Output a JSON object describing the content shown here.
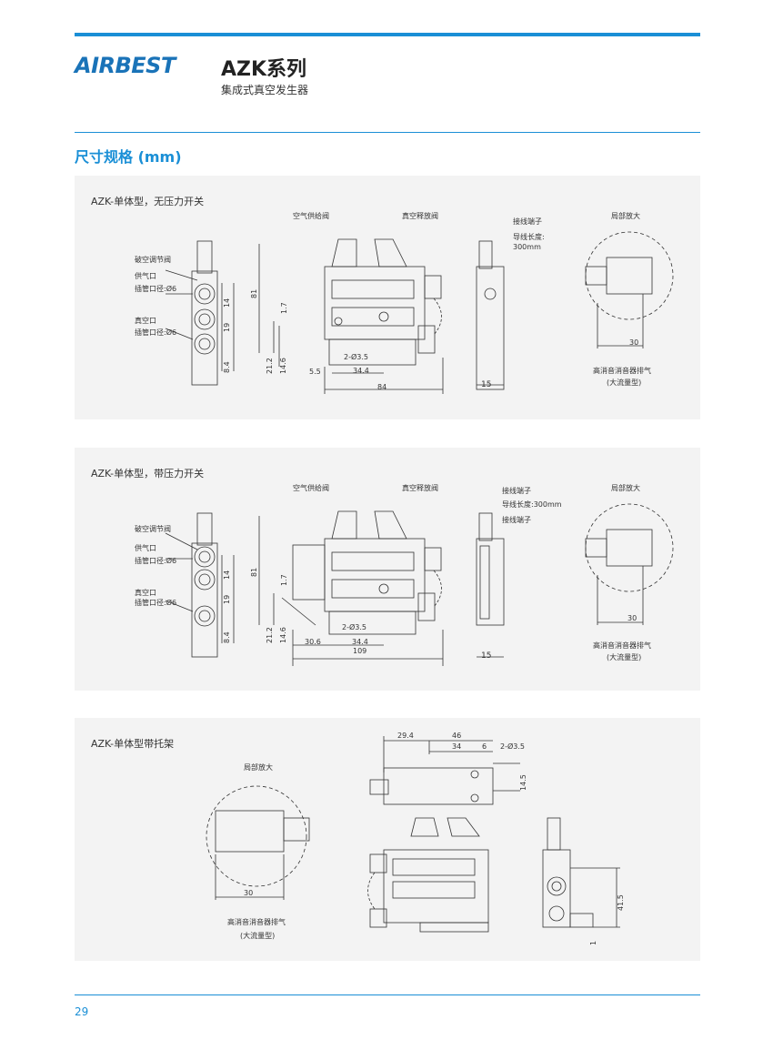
{
  "header": {
    "logo": "AIRBEST",
    "series": "AZK系列",
    "subtitle": "集成式真空发生器"
  },
  "section_title": "尺寸规格 (mm)",
  "panels": [
    {
      "title": "AZK-单体型，无压力开关",
      "labels": {
        "supply_valve": "空气供给阀",
        "release_valve": "真空释放阀",
        "wire_terminal": "接线端子",
        "wire_length_1": "导线长度:",
        "wire_length_2": "300mm",
        "detail": "局部放大",
        "break_valve": "破空调节阀",
        "supply_port": "供气口",
        "tube_dia_1": "插管口径:Ø6",
        "vacuum_port": "真空口",
        "tube_dia_2": "插管口径:Ø6",
        "silencer": "高消音消音器排气",
        "large_flow": "(大流量型)"
      },
      "dims": [
        "81",
        "1.7",
        "14",
        "19",
        "8.4",
        "21.2",
        "14.6",
        "5.5",
        "2-Ø3.5",
        "34.4",
        "84",
        "15",
        "30"
      ]
    },
    {
      "title": "AZK-单体型，带压力开关",
      "labels": {
        "supply_valve": "空气供给阀",
        "release_valve": "真空释放阀",
        "wire_terminal": "接线端子",
        "wire_length": "导线长度:300mm",
        "wire_terminal_2": "接线端子",
        "detail": "局部放大",
        "break_valve": "破空调节阀",
        "supply_port": "供气口",
        "tube_dia_1": "插管口径:Ø6",
        "vacuum_port": "真空口",
        "tube_dia_2": "插管口径:Ø6",
        "silencer": "高消音消音器排气",
        "large_flow": "(大流量型)"
      },
      "dims": [
        "81",
        "1.7",
        "14",
        "19",
        "8.4",
        "21.2",
        "14.6",
        "30.6",
        "2-Ø3.5",
        "34.4",
        "109",
        "15",
        "30"
      ]
    },
    {
      "title": "AZK-单体型带托架",
      "labels": {
        "detail": "局部放大",
        "silencer": "高消音消音器排气",
        "large_flow": "(大流量型)"
      },
      "dims": [
        "29.4",
        "46",
        "34",
        "6",
        "2-Ø3.5",
        "14.5",
        "30",
        "41.5",
        "1"
      ]
    }
  ],
  "footer": {
    "page": "29"
  }
}
